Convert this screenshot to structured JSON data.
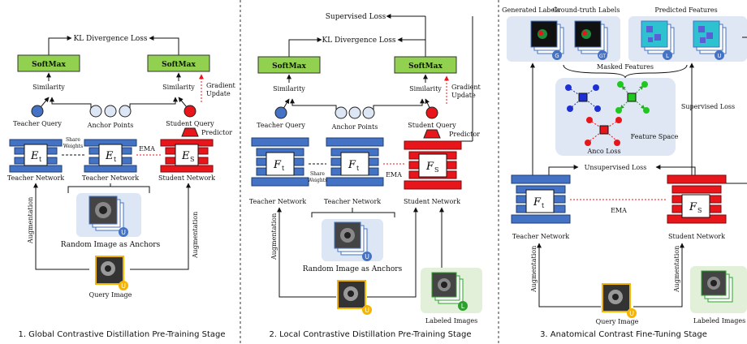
{
  "colors": {
    "blue": "#4472c4",
    "red": "#e8151b",
    "green": "#92d050",
    "lightblue": "#dce6f5",
    "lightgreen": "#e2f0d9",
    "panel": "#dfe7f4",
    "yellow": "#f4b400"
  },
  "panel1": {
    "kl": "KL Divergence Loss",
    "softmax_left": "SoftMax",
    "softmax_right": "SoftMax",
    "similarity_left": "Similarity",
    "similarity_right": "Similarity",
    "gradient": "Gradient",
    "update": "Update",
    "teacher_query": "Teacher Query",
    "anchor_points": "Anchor Points",
    "student_query": "Student Query",
    "predictor": "Predictor",
    "share": "Share",
    "weights": "Weights",
    "ema": "EMA",
    "enc_t_left": "E",
    "enc_t_right": "E",
    "enc_s": "E",
    "sub_t": "t",
    "sub_s": "S",
    "teacher_network_left": "Teacher Network",
    "teacher_network_right": "Teacher Network",
    "student_network": "Student Network",
    "badge_u": "U",
    "random_image": "Random Image as Anchors",
    "augmentation_left": "Augmentation",
    "augmentation_right": "Augmentation",
    "query_image": "Query Image",
    "caption": "1. Global Contrastive Distillation Pre-Training Stage"
  },
  "panel2": {
    "supervised": "Supervised Loss",
    "kl": "KL Divergence Loss",
    "softmax_left": "SoftMax",
    "softmax_right": "SoftMax",
    "similarity_left": "Similarity",
    "similarity_right": "Similarity",
    "gradient": "Gradient",
    "update": "Update",
    "teacher_query": "Teacher Query",
    "anchor_points": "Anchor Points",
    "student_query": "Student Query",
    "predictor": "Predictor",
    "share": "Share",
    "weights": "Weights",
    "ema": "EMA",
    "f_left": "F",
    "f_mid": "F",
    "f_s": "F",
    "sub_t": "t",
    "sub_s": "S",
    "teacher_network_left": "Teacher Network",
    "teacher_network_right": "Teacher Network",
    "student_network": "Student Network",
    "badge_u": "U",
    "badge_l": "L",
    "random_image": "Random Image as Anchors",
    "augmentation": "Augmentation",
    "labeled_images": "Labeled Images",
    "caption": "2. Local Contrastive Distillation Pre-Training Stage"
  },
  "panel3": {
    "generated_labels": "Generated Labels",
    "ground_truth": "Ground-truth Labels",
    "predicted_features": "Predicted Features",
    "badge_g": "G",
    "badge_gt": "GT",
    "badge_l": "L",
    "badge_u": "U",
    "masked_features": "Masked Features",
    "feature_space": "Feature Space",
    "anco_loss": "Anco Loss",
    "supervised": "Supervised Loss",
    "unsupervised": "Unsupervised Loss",
    "ema": "EMA",
    "f_t": "F",
    "f_s": "F",
    "sub_t": "t",
    "sub_s": "S",
    "teacher_network": "Teacher Network",
    "student_network": "Student Network",
    "augmentation_left": "Augmentation",
    "augmentation_right": "Augmentation",
    "query_image": "Query Image",
    "labeled_images": "Labeled Images",
    "caption": "3. Anatomical Contrast Fine-Tuning Stage"
  }
}
